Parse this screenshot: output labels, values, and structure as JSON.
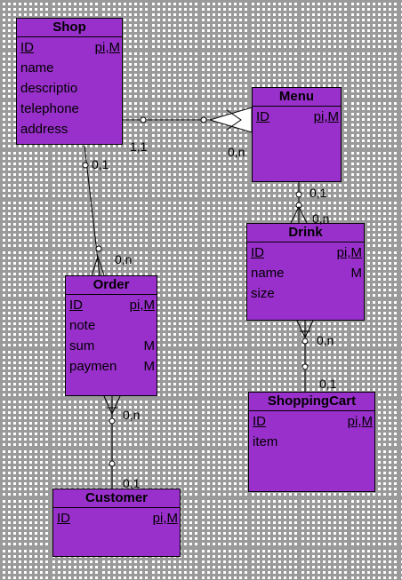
{
  "entities": {
    "shop": {
      "title": "Shop",
      "attributes": [
        {
          "name": "ID",
          "flag": "pi,M",
          "key": true
        },
        {
          "name": "name",
          "flag": ""
        },
        {
          "name": "descriptio",
          "flag": ""
        },
        {
          "name": "telephone",
          "flag": ""
        },
        {
          "name": "address",
          "flag": ""
        }
      ]
    },
    "menu": {
      "title": "Menu",
      "attributes": [
        {
          "name": "ID",
          "flag": "pi,M",
          "key": true
        }
      ]
    },
    "drink": {
      "title": "Drink",
      "attributes": [
        {
          "name": "ID",
          "flag": "pi,M",
          "key": true
        },
        {
          "name": "name",
          "flag": "M"
        },
        {
          "name": "size",
          "flag": ""
        }
      ]
    },
    "order": {
      "title": "Order",
      "attributes": [
        {
          "name": "ID",
          "flag": "pi,M",
          "key": true
        },
        {
          "name": "note",
          "flag": ""
        },
        {
          "name": "sum",
          "flag": "M"
        },
        {
          "name": "paymen",
          "flag": "M"
        }
      ]
    },
    "shoppingcart": {
      "title": "ShoppingCart",
      "attributes": [
        {
          "name": "ID",
          "flag": "pi,M",
          "key": true
        },
        {
          "name": "item",
          "flag": ""
        }
      ]
    },
    "customer": {
      "title": "Customer",
      "attributes": [
        {
          "name": "ID",
          "flag": "pi,M",
          "key": true
        }
      ]
    }
  },
  "cardinalities": {
    "shop_menu_shop": "1,1",
    "shop_menu_menu": "0,n",
    "shop_order_shop": "0,1",
    "shop_order_order": "0,n",
    "menu_drink_menu": "0,1",
    "menu_drink_drink": "0,n",
    "drink_cart_drink": "0,n",
    "drink_cart_cart": "0,1",
    "order_customer_order": "0,n",
    "order_customer_customer": "0,1"
  },
  "colors": {
    "entity_fill": "#9a30cc",
    "border": "#000000",
    "grid": "#9a9a9a"
  }
}
